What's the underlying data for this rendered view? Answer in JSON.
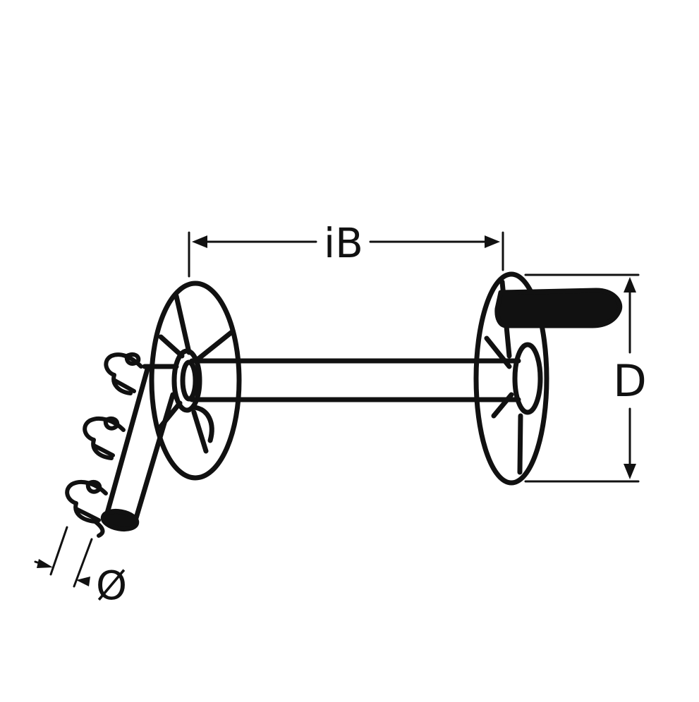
{
  "diagram": {
    "labels": {
      "inner_width": "iB",
      "diameter": "D",
      "shaft_diameter": "Ø"
    },
    "colors": {
      "stroke": "#111111",
      "background": "#ffffff"
    }
  }
}
